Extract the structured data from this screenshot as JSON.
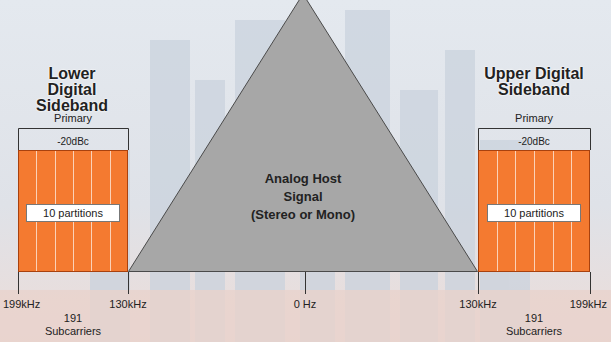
{
  "diagram": {
    "nodes": [
      {
        "text": [
          "-20dBc"
        ]
      },
      {
        "text": [
          "10 partitions"
        ],
        "in": 0
      },
      {
        "text": [
          "Analog Host Signal",
          "(Stereo or Mono)"
        ]
      },
      {
        "text": [
          "-20dBc"
        ]
      },
      {
        "text": [
          "10 partitions"
        ],
        "in": 3
      }
    ],
    "labels": [
      "Lower Digital Sideband",
      "Primary",
      "Upper Digital Sideband",
      "Primary",
      "199kHz",
      "130kHz",
      "191 Subcarriers",
      "0 Hz",
      "130kHz",
      "191 Subcarriers",
      "199kHz"
    ]
  }
}
